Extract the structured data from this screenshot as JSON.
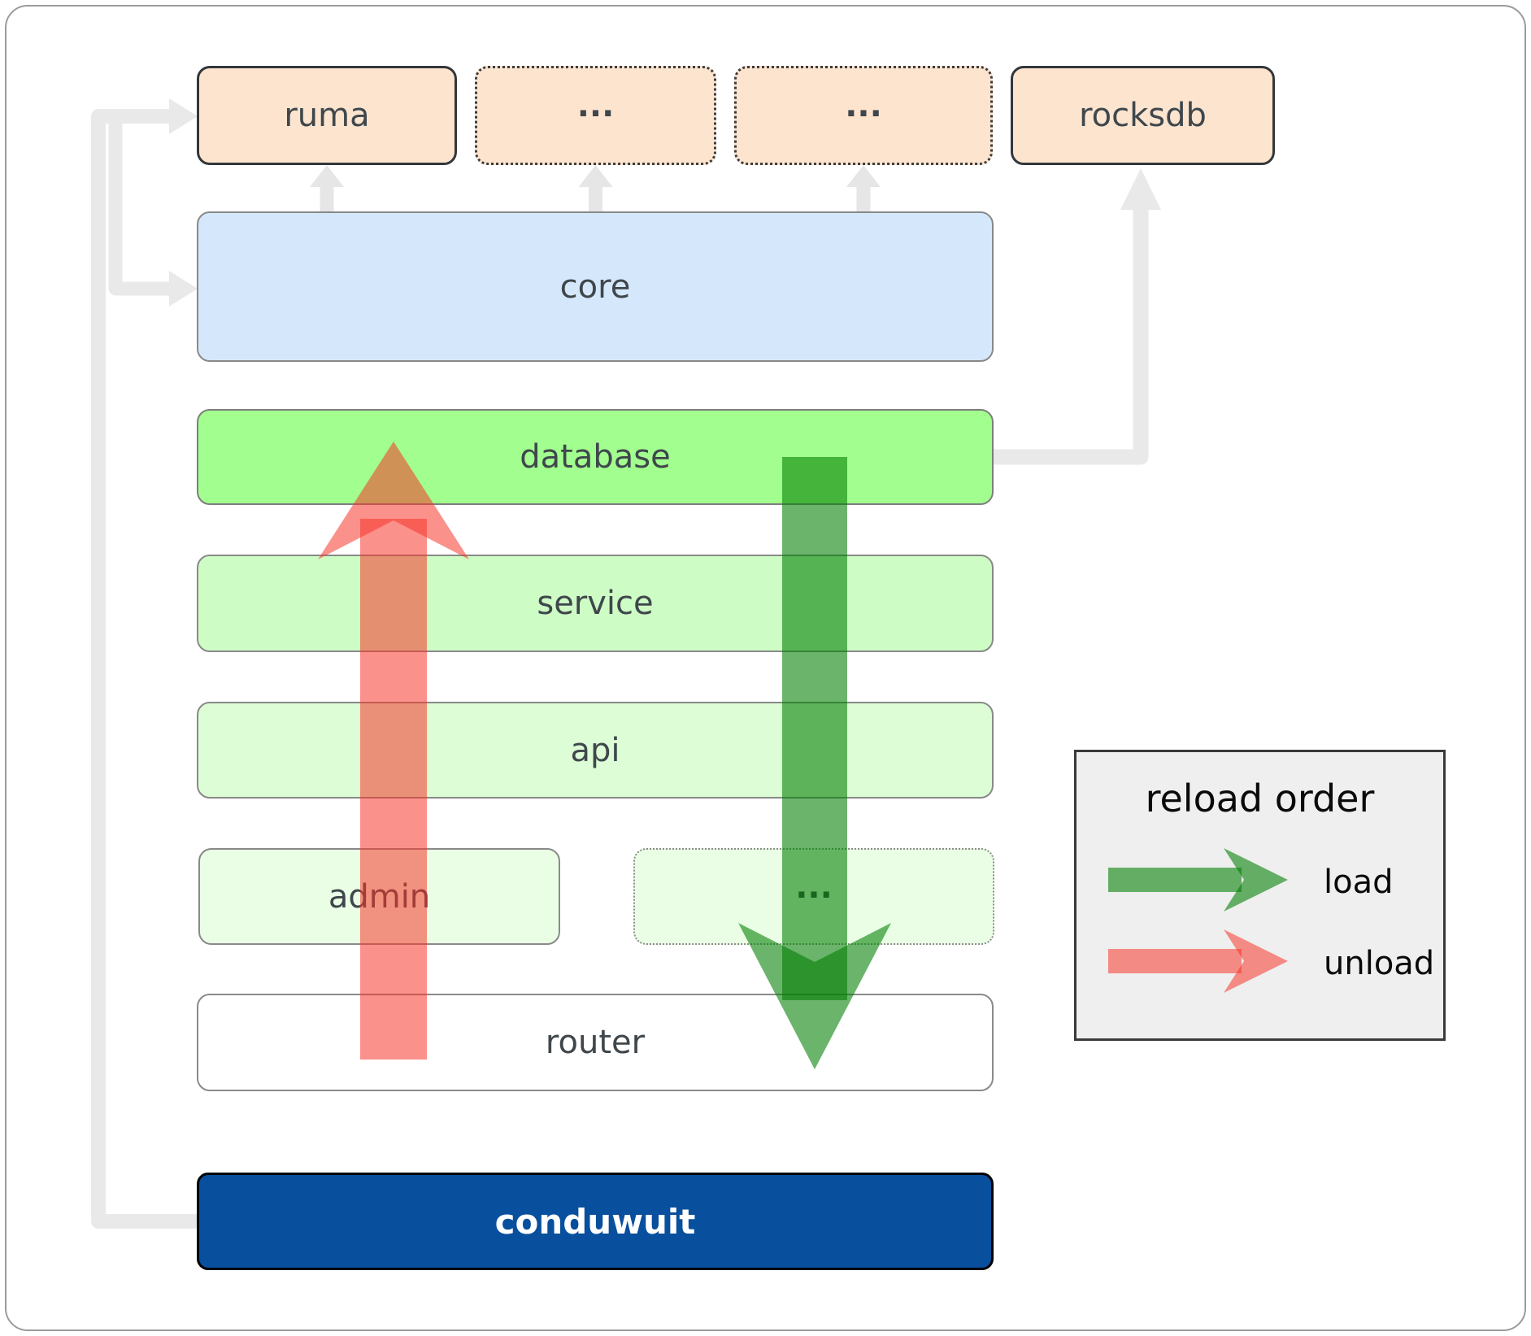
{
  "nodes": {
    "ruma": {
      "label": "ruma"
    },
    "ellipsis1": {
      "label": "..."
    },
    "ellipsis2": {
      "label": "..."
    },
    "rocksdb": {
      "label": "rocksdb"
    },
    "core": {
      "label": "core"
    },
    "database": {
      "label": "database"
    },
    "service": {
      "label": "service"
    },
    "api": {
      "label": "api"
    },
    "admin": {
      "label": "admin"
    },
    "ellipsis3": {
      "label": "..."
    },
    "router": {
      "label": "router"
    },
    "conduwuit": {
      "label": "conduwuit"
    }
  },
  "legend": {
    "title": "reload order",
    "items": [
      {
        "label": "load",
        "color": "#007e00"
      },
      {
        "label": "unload",
        "color": "#f83429"
      }
    ]
  },
  "colors": {
    "load_arrow": "#007e00",
    "unload_arrow": "#f83429",
    "dependency_line": "#e9e9e9",
    "database_fill": "#a2fe8e",
    "service_fill": "#cdfcc5",
    "api_fill": "#dcfdd5",
    "admin_fill": "#eafee5",
    "core_fill": "#d5e8fb",
    "crate_fill": "#fce4cf",
    "conduwuit_fill": "#084f9d",
    "legend_bg": "#efefef"
  }
}
